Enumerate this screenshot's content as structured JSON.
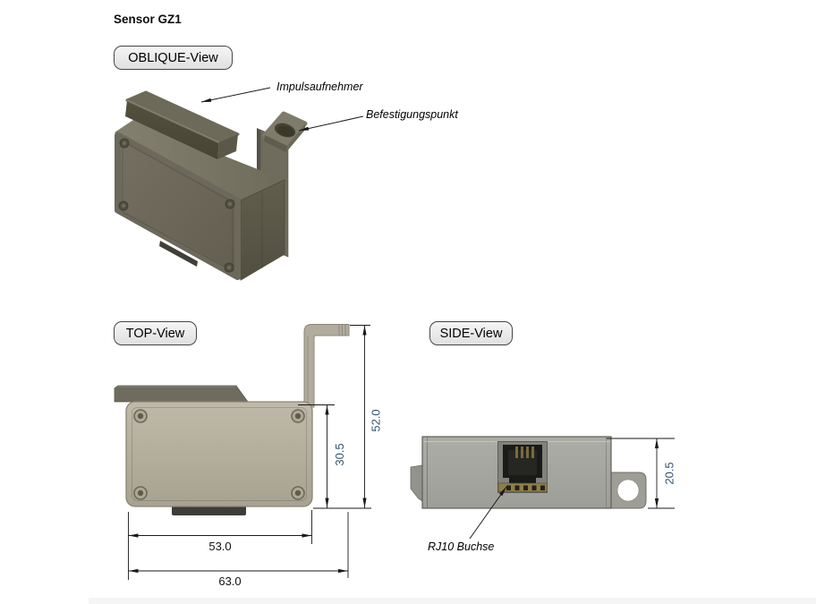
{
  "page": {
    "title": "Sensor GZ1"
  },
  "views": {
    "oblique": {
      "label": "OBLIQUE-View",
      "annotations": {
        "impulsaufnehmer": "Impulsaufnehmer",
        "befestigungspunkt": "Befestigungspunkt"
      }
    },
    "top": {
      "label": "TOP-View",
      "dimensions": {
        "total_height": "52.0",
        "body_height": "30.5",
        "body_width": "53.0",
        "total_width": "63.0"
      }
    },
    "side": {
      "label": "SIDE-View",
      "dimensions": {
        "height": "20.5"
      },
      "annotations": {
        "rj10": "RJ10 Buchse"
      }
    }
  },
  "colors": {
    "oblique_body": "#6c685b",
    "oblique_top": "#7b7767",
    "oblique_side": "#585546",
    "top_view_body_beige": "#b5af9e",
    "top_view_ridge": "#6f6b5f",
    "side_view_body_gray": "#a6a6a0",
    "rj10_gold": "#8e7e4a",
    "dimension_line": "#1a1a1a",
    "rotated_dim_text": "#33536e",
    "button_face": "#ececec"
  }
}
